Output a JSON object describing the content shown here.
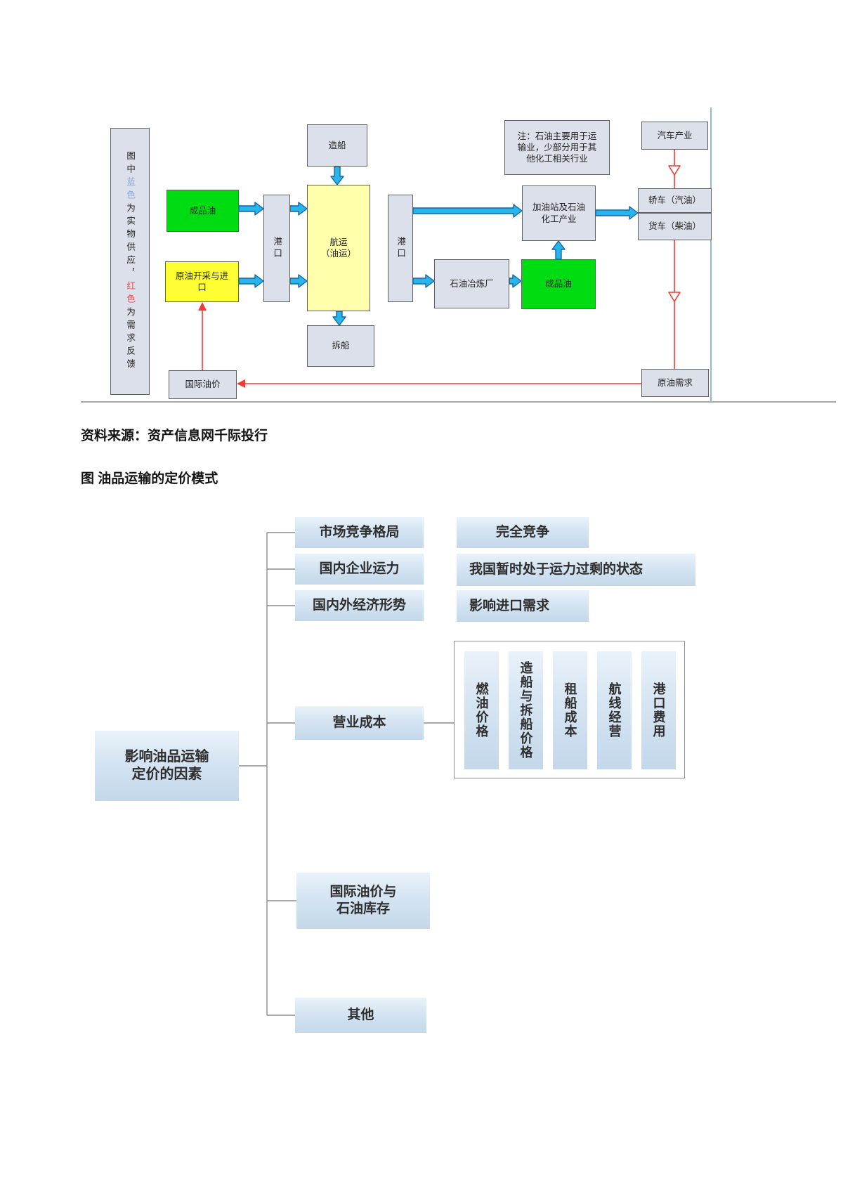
{
  "captions": {
    "source": "资料来源：资产信息网千际投行",
    "figure": "图 油品运输的定价模式"
  },
  "colors": {
    "supply_arrow_blue": "#27b5ea",
    "demand_feedback_red": "#ef3b33",
    "refined_oil_green": "#00dc12",
    "crude_yellow": "#feff33",
    "shipping_pale_yellow": "#ffffac",
    "node_gray": "#dce0eb",
    "tree_box_blue": "#c3d8ea"
  },
  "supply_chain": {
    "legend": {
      "p1": "图中",
      "blue": "蓝色",
      "p2": "为实物供应，",
      "red": "红色",
      "p3": "为需求反馈"
    },
    "nodes": {
      "refined_oil_supply": "成品油",
      "crude_extraction_import": "原油开采与进口",
      "port_left": "港口",
      "shipping_l1": "航运",
      "shipping_l2": "（油运）",
      "shipbuilding": "造船",
      "ship_scrapping": "拆船",
      "port_right": "港口",
      "oil_refinery": "石油冶炼厂",
      "refined_oil_output": "成品油",
      "gas_station_petrochemical": "加油站及石油化工产业",
      "note": "注：石油主要用于运输业，少部分用于其他化工相关行业",
      "auto_industry": "汽车产业",
      "sedan_gasoline": "轿车（汽油）",
      "truck_diesel": "货车（柴油）",
      "crude_oil_demand": "原油需求",
      "intl_oil_price": "国际油价"
    }
  },
  "pricing_factors": {
    "root_l1": "影响油品运输",
    "root_l2": "定价的因素",
    "market_pattern": "市场竞争格局",
    "perfect_competition": "完全竞争",
    "domestic_capacity": "国内企业运力",
    "capacity_surplus": "我国暂时处于运力过剩的状态",
    "economic_situation": "国内外经济形势",
    "import_demand": "影响进口需求",
    "operating_cost": "营业成本",
    "cost_items": [
      "燃油价格",
      "造船与拆船价格",
      "租船成本",
      "航线经营",
      "港口费用"
    ],
    "intl_price_l1": "国际油价与",
    "intl_price_l2": "石油库存",
    "other": "其他"
  }
}
